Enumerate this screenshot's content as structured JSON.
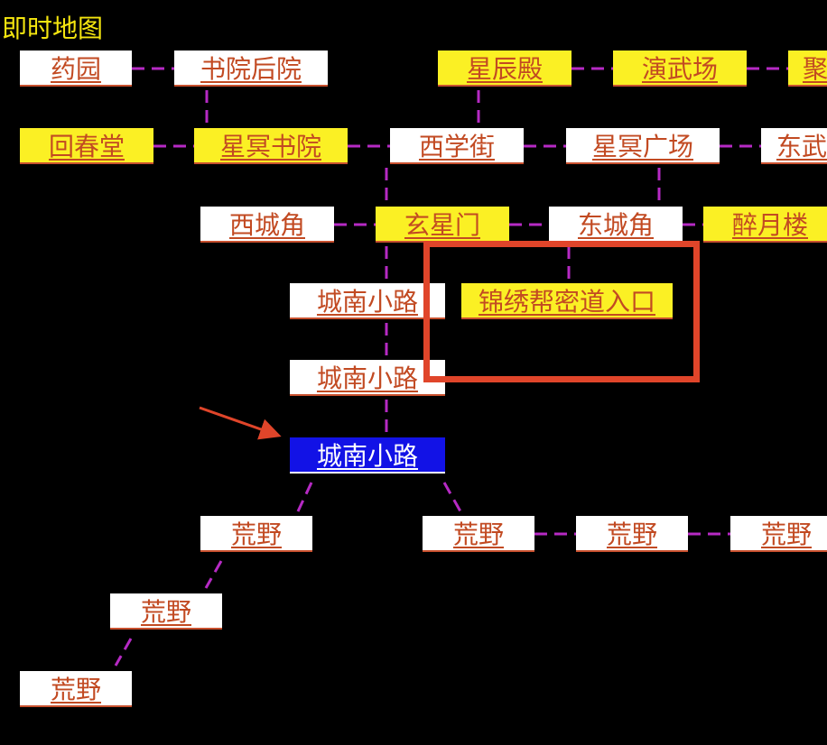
{
  "title": "即时地图",
  "colors": {
    "background": "#000000",
    "link": "#b62ac4",
    "room_normal": "#ffffff",
    "room_special": "#fbf024",
    "room_current": "#1212e6",
    "room_text": "#c24a22",
    "highlight": "#e0452a"
  },
  "rooms": [
    {
      "id": "yaoyuan",
      "label": "药园",
      "type": "normal"
    },
    {
      "id": "shuyuan_houyuan",
      "label": "书院后院",
      "type": "normal"
    },
    {
      "id": "xingchen_dian",
      "label": "星辰殿",
      "type": "special"
    },
    {
      "id": "yanwuchang",
      "label": "演武场",
      "type": "special"
    },
    {
      "id": "ju_partial",
      "label": "聚",
      "type": "special"
    },
    {
      "id": "huichuntang",
      "label": "回春堂",
      "type": "special"
    },
    {
      "id": "xingming_shuyuan",
      "label": "星冥书院",
      "type": "special"
    },
    {
      "id": "xixuejie",
      "label": "西学街",
      "type": "normal"
    },
    {
      "id": "xingming_guangchang",
      "label": "星冥广场",
      "type": "normal"
    },
    {
      "id": "dongwu_partial",
      "label": "东武",
      "type": "normal"
    },
    {
      "id": "xichengjiao",
      "label": "西城角",
      "type": "normal"
    },
    {
      "id": "xuanxingmen",
      "label": "玄星门",
      "type": "special"
    },
    {
      "id": "dongchengjiao",
      "label": "东城角",
      "type": "normal"
    },
    {
      "id": "zuiyuelou",
      "label": "醉月楼",
      "type": "special"
    },
    {
      "id": "chengnan_1",
      "label": "城南小路",
      "type": "normal"
    },
    {
      "id": "jinxiubang",
      "label": "锦绣帮密道入口",
      "type": "special"
    },
    {
      "id": "chengnan_2",
      "label": "城南小路",
      "type": "normal"
    },
    {
      "id": "chengnan_current",
      "label": "城南小路",
      "type": "current"
    },
    {
      "id": "huangye_1",
      "label": "荒野",
      "type": "normal"
    },
    {
      "id": "huangye_2",
      "label": "荒野",
      "type": "normal"
    },
    {
      "id": "huangye_3",
      "label": "荒野",
      "type": "normal"
    },
    {
      "id": "huangye_4",
      "label": "荒野",
      "type": "normal"
    },
    {
      "id": "huangye_5",
      "label": "荒野",
      "type": "normal"
    },
    {
      "id": "huangye_6",
      "label": "荒野",
      "type": "normal"
    }
  ],
  "highlighted_room": "jinxiubang",
  "current_room": "chengnan_current"
}
